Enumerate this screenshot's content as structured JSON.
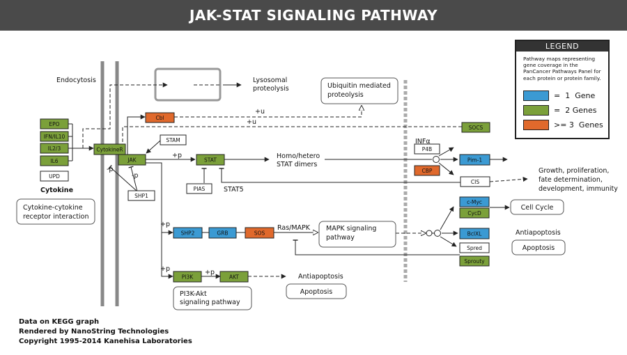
{
  "title": "JAK-STAT SIGNALING PATHWAY",
  "colors": {
    "one_gene": "#3b9ad3",
    "two_genes": "#7ba03a",
    "three_genes": "#e0692c",
    "header_bg": "#4a4a4a"
  },
  "legend": {
    "title": "LEGEND",
    "description": "Pathway maps representing gene coverage in the PanCancer Pathways Panel for each protein or protein family.",
    "items": [
      {
        "label": "=  1  Gene",
        "color": "#3b9ad3"
      },
      {
        "label": "=  2 Genes",
        "color": "#7ba03a"
      },
      {
        "label": ">= 3  Genes",
        "color": "#e0692c"
      }
    ]
  },
  "nodes": {
    "epo": "EPO",
    "ifn": "IFN/IL10",
    "il23": "IL2/3",
    "il6": "IL6",
    "upd": "UPD",
    "cytokine_r": "CytokineR",
    "jak": "JAK",
    "stam": "STAM",
    "shp1": "SHP1",
    "cbl": "Cbl",
    "stat": "STAT",
    "pias": "PIAS",
    "socs": "SOCS",
    "p4b": "P4B",
    "cbp": "CBP",
    "pim1": "Pim-1",
    "cis": "CIS",
    "shp2": "SHP2",
    "grb": "GRB",
    "sos": "SOS",
    "cmyc": "c-Myc",
    "cycd": "CycD",
    "bclxl": "BclXL",
    "spred": "Spred",
    "sprouty": "Sprouty",
    "pi3k": "PI3K",
    "akt": "AKT"
  },
  "labels": {
    "cytokine": "Cytokine",
    "endocytosis": "Endocytosis",
    "lysosomal_1": "Lysosomal",
    "lysosomal_2": "proteolysis",
    "ubiquitin_1": "Ubiquitin mediated",
    "ubiquitin_2": "proteolysis",
    "homo_1": "Homo/hetero",
    "homo_2": "STAT dimers",
    "stat5": "STAT5",
    "infa": "INFα",
    "growth_1": "Growth, proliferation,",
    "growth_2": "fate determination,",
    "growth_3": "development, immunity",
    "cell_cycle": "Cell Cycle",
    "antiapoptosis": "Antiapoptosis",
    "apoptosis": "Apoptosis",
    "ras_mapk": "Ras/MAPK",
    "mapk_1": "MAPK signaling",
    "mapk_2": "pathway",
    "antiapoptosis2": "Antiapoptosis",
    "apoptosis2": "Apoptosis",
    "pi3k_1": "PI3K-Akt",
    "pi3k_2": "signaling pathway",
    "cci_1": "Cytokine-cytokine",
    "cci_2": "receptor interaction",
    "p_plus_1": "+p",
    "p_plus_2": "+p",
    "p_plus_3": "+p",
    "p_plus_4": "+p",
    "p_minus_1": "-p",
    "p_minus_2": "-p",
    "u_plus_1": "+u",
    "u_plus_2": "+u"
  },
  "footer": {
    "line1": "Data on KEGG graph",
    "line2": "Rendered by NanoString Technologies",
    "line3": "Copyright 1995-2014 Kanehisa Laboratories"
  }
}
